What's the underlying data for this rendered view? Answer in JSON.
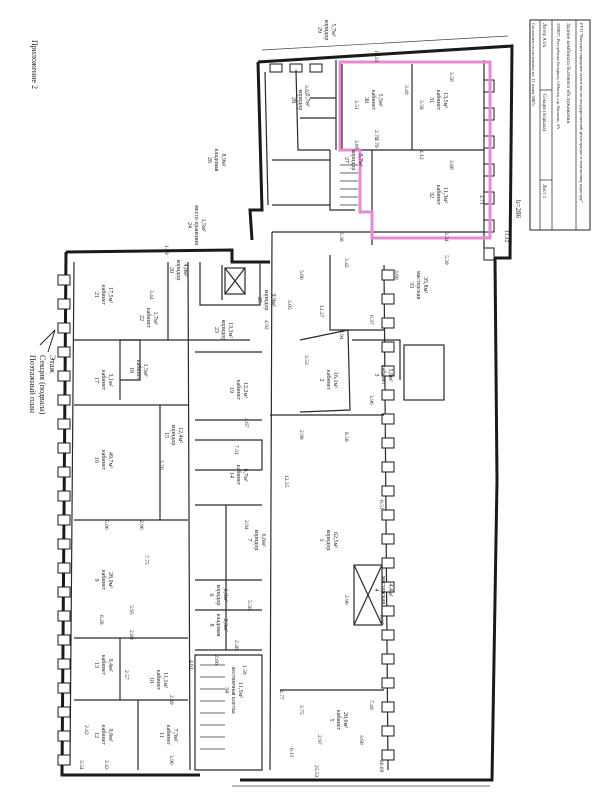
{
  "appendix": "Приложение 2",
  "plan_title": "Поэтажный план",
  "plan_section": "Секция (подвала)",
  "plan_floor": "Этаж",
  "stamp": {
    "org": "РУП \"Минское городское агентство по государственной регистрации и земельному кадастру\"",
    "building": "Здание комбината бытового обслуживания",
    "address": "220037, Республика Беларусь, г.Минск, пр. Козлова, 3А",
    "letter": "Литер А1/к",
    "section": "Секция (подвала)",
    "sheet": "Лист 1",
    "date": "Составлен по состоянию на: 11 июня 2007г."
  },
  "section_mark": "b=286",
  "rooms": [
    {
      "num": "29",
      "name": "коридор",
      "area": "5,7м²"
    },
    {
      "num": "30",
      "name": "кабинет",
      "area": "5,5м²"
    },
    {
      "num": "31",
      "name": "кабинет",
      "area": "13,5м²"
    },
    {
      "num": "32",
      "name": "кабинет",
      "area": "11,3м²"
    },
    {
      "num": "28",
      "name": "коридор",
      "area": "5,7м²"
    },
    {
      "num": "27",
      "name": "коридор",
      "area": "5,7м²"
    },
    {
      "num": "26",
      "name": "кладовая",
      "area": "8,9м²"
    },
    {
      "num": "24",
      "name": "место хранения",
      "area": "1,5м²"
    },
    {
      "num": "33",
      "name": "мастерская",
      "area": "35,8м²"
    },
    {
      "num": "25",
      "name": "коридор",
      "area": "9,9м²"
    },
    {
      "num": "21",
      "name": "кабинет",
      "area": "17,5м²"
    },
    {
      "num": "22",
      "name": "кабинет",
      "area": "1,7м²"
    },
    {
      "num": "20",
      "name": "коридор",
      "area": "4,0м²"
    },
    {
      "num": "23",
      "name": "коридор",
      "area": "13,3м²"
    },
    {
      "num": "17",
      "name": "кабинет",
      "area": "3,1м²"
    },
    {
      "num": "18",
      "name": "кабинет",
      "area": "1,5м²"
    },
    {
      "num": "19",
      "name": "кабинет",
      "area": "12,2м²"
    },
    {
      "num": "2",
      "name": "кабинет",
      "area": "16,1м²"
    },
    {
      "num": "3",
      "name": "кабинет",
      "area": "5,9м²"
    },
    {
      "num": "15",
      "name": "коридор",
      "area": "12,4м²"
    },
    {
      "num": "16",
      "name": "кабинет",
      "area": "49,7м²"
    },
    {
      "num": "14",
      "name": "кабинет",
      "area": "6,7м²"
    },
    {
      "num": "1",
      "name": "коридор",
      "area": "62,5м²"
    },
    {
      "num": "9",
      "name": "кабинет",
      "area": "28,9м²"
    },
    {
      "num": "7",
      "name": "коридор",
      "area": "6,6м²"
    },
    {
      "num": "6",
      "name": "коридор",
      "area": "6,6м²"
    },
    {
      "num": "4",
      "name": "мастерская",
      "area": "4,4м²"
    },
    {
      "num": "8",
      "name": "кладовая",
      "area": "2,3м²"
    },
    {
      "num": "13",
      "name": "кабинет",
      "area": "9,4м²"
    },
    {
      "num": "10",
      "name": "кабинет",
      "area": "11,1м²"
    },
    {
      "num": "12",
      "name": "кабинет",
      "area": "9,8м²"
    },
    {
      "num": "11",
      "name": "кабинет",
      "area": "7,3м²"
    },
    {
      "num": "5",
      "name": "кабинет",
      "area": "20,6м²"
    },
    {
      "num": "34",
      "name": "лестничная клетка",
      "area": "11,5м²"
    }
  ],
  "dims": [
    "12.31",
    "3.50",
    "3.83",
    "3.58",
    "2.70",
    "3.51",
    "3.69",
    "3.49",
    "2.70",
    "4.12",
    "3.80",
    "5.39",
    "4.71",
    "3.24",
    "13.42",
    "3.38",
    "3.42",
    "3.60",
    "5.06",
    "6.37",
    "2.94",
    "3.05",
    "4.92",
    "3.44",
    "1.99",
    "12.37",
    "7.31",
    "4.67",
    "3.53",
    "3.96",
    "2.98",
    "8.58",
    "5.76",
    "12.35",
    "6.51",
    "7.75",
    "6.28",
    "2.89",
    "5.06",
    "2.96",
    "2.94",
    "5.95",
    "5.56",
    "2.46",
    "4.61",
    "2.66",
    "1.59",
    "2.57",
    "2.49",
    "3.90",
    "2.42",
    "2.43",
    "3.54",
    "7.49",
    "3.75",
    "2.97",
    "3.60",
    "6.11",
    "25.53",
    "46.09",
    "4.77",
    "0.97",
    "2.90"
  ]
}
